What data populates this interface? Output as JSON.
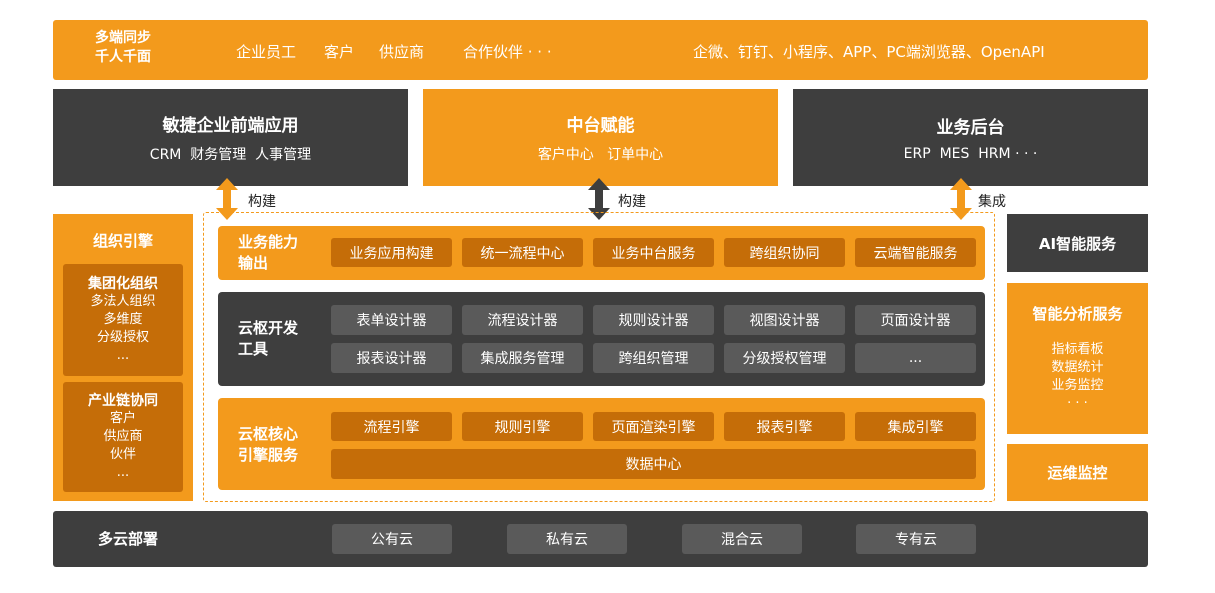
{
  "top": {
    "label_line1": "多端同步",
    "label_line2": "千人千面",
    "users": [
      "企业员工",
      "客户",
      "供应商",
      "合作伙伴 · · ·"
    ],
    "channels": "企微、钉钉、小程序、APP、PC端浏览器、OpenAPI"
  },
  "front": {
    "title": "敏捷企业前端应用",
    "subtitle": "CRM  财务管理  人事管理"
  },
  "middle": {
    "title": "中台赋能",
    "subtitle": "客户中心   订单中心"
  },
  "back": {
    "title": "业务后台",
    "subtitle": "ERP  MES  HRM · · ·"
  },
  "arrows": {
    "left": "构建",
    "center": "构建",
    "right": "集成"
  },
  "org": {
    "title": "组织引擎",
    "group": {
      "title": "集团化组织",
      "items": [
        "多法人组织",
        "多维度",
        "分级授权",
        "..."
      ]
    },
    "chain": {
      "title": "产业链协同",
      "items": [
        "客户",
        "供应商",
        "伙伴",
        "..."
      ]
    }
  },
  "capability": {
    "label_line1": "业务能力",
    "label_line2": "输出",
    "items": [
      "业务应用构建",
      "统一流程中心",
      "业务中台服务",
      "跨组织协同",
      "云端智能服务"
    ]
  },
  "devtools": {
    "label_line1": "云枢开发",
    "label_line2": "工具",
    "row1": [
      "表单设计器",
      "流程设计器",
      "规则设计器",
      "视图设计器",
      "页面设计器"
    ],
    "row2": [
      "报表设计器",
      "集成服务管理",
      "跨组织管理",
      "分级授权管理",
      "..."
    ]
  },
  "engine": {
    "label_line1": "云枢核心",
    "label_line2": "引擎服务",
    "items": [
      "流程引擎",
      "规则引擎",
      "页面渲染引擎",
      "报表引擎",
      "集成引擎"
    ],
    "data_center": "数据中心"
  },
  "right": {
    "ai": "AI智能服务",
    "analytics": {
      "title": "智能分析服务",
      "items": [
        "指标看板",
        "数据统计",
        "业务监控",
        "· · ·"
      ]
    },
    "ops": "运维监控"
  },
  "deploy": {
    "label": "多云部署",
    "items": [
      "公有云",
      "私有云",
      "混合云",
      "专有云"
    ]
  }
}
